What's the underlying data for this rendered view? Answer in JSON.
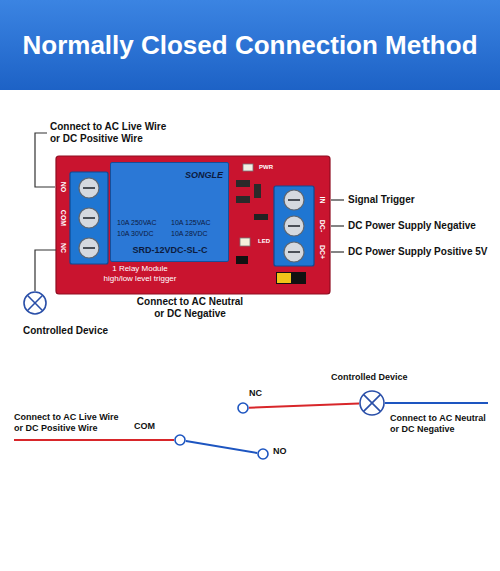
{
  "diagram": {
    "title": "Normally Closed Connection Method",
    "nodes": [
      {
        "text": [
          "1 Relay Module high/low level trigger"
        ]
      },
      {
        "text": [
          "SONGLE",
          "10A 250VAC",
          "10A 125VAC",
          "10A 30VDC",
          "10A 28VDC",
          "SRD-12VDC-SL-C"
        ],
        "in": 0
      },
      {
        "text": [
          "Controlled Device"
        ]
      },
      {
        "text": [
          "NC"
        ]
      },
      {
        "text": [
          "Controlled Device"
        ]
      },
      {
        "text": [
          "COM"
        ]
      },
      {
        "text": [
          "NO"
        ]
      }
    ],
    "edges": [
      {
        "from": 0,
        "to": 2,
        "arrow": "none"
      },
      {
        "from": 3,
        "to": 4,
        "arrow": "none"
      },
      {
        "from": 5,
        "to": 6,
        "arrow": "none"
      }
    ],
    "labels": [
      "Connect to AC Live Wire or DC Positive Wire",
      "NO",
      "COM",
      "NC",
      "PWR",
      "LED",
      "IN",
      "DC-",
      "DC+",
      "Signal Trigger",
      "DC Power Supply Negative",
      "DC Power Supply Positive 5V",
      "Connect to AC Neutral or DC Negative",
      "Connect to AC Live Wire or DC Positive Wire",
      "Connect to AC Neutral or DC Negative"
    ]
  }
}
